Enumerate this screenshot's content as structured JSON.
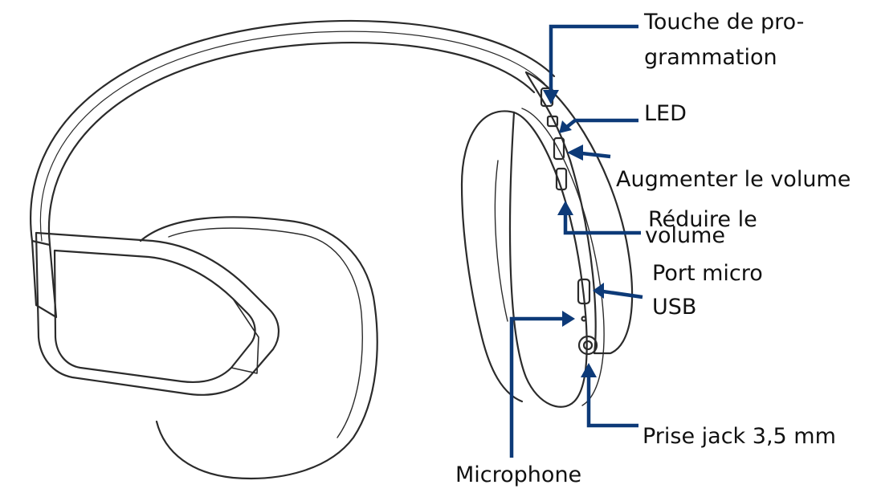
{
  "diagram": {
    "accent_color": "#0d3a78",
    "outline_color": "#2b2b2b",
    "labels": {
      "programming_key_line1": "Touche de pro-",
      "programming_key_line2": "grammation",
      "led": "LED",
      "volume_up": "Augmenter le volume",
      "volume_down_line1": "Réduire le",
      "volume_down_line2": "volume",
      "micro_usb_line1": "Port micro",
      "micro_usb_line2": "USB",
      "jack": "Prise jack 3,5 mm",
      "microphone": "Microphone"
    }
  }
}
